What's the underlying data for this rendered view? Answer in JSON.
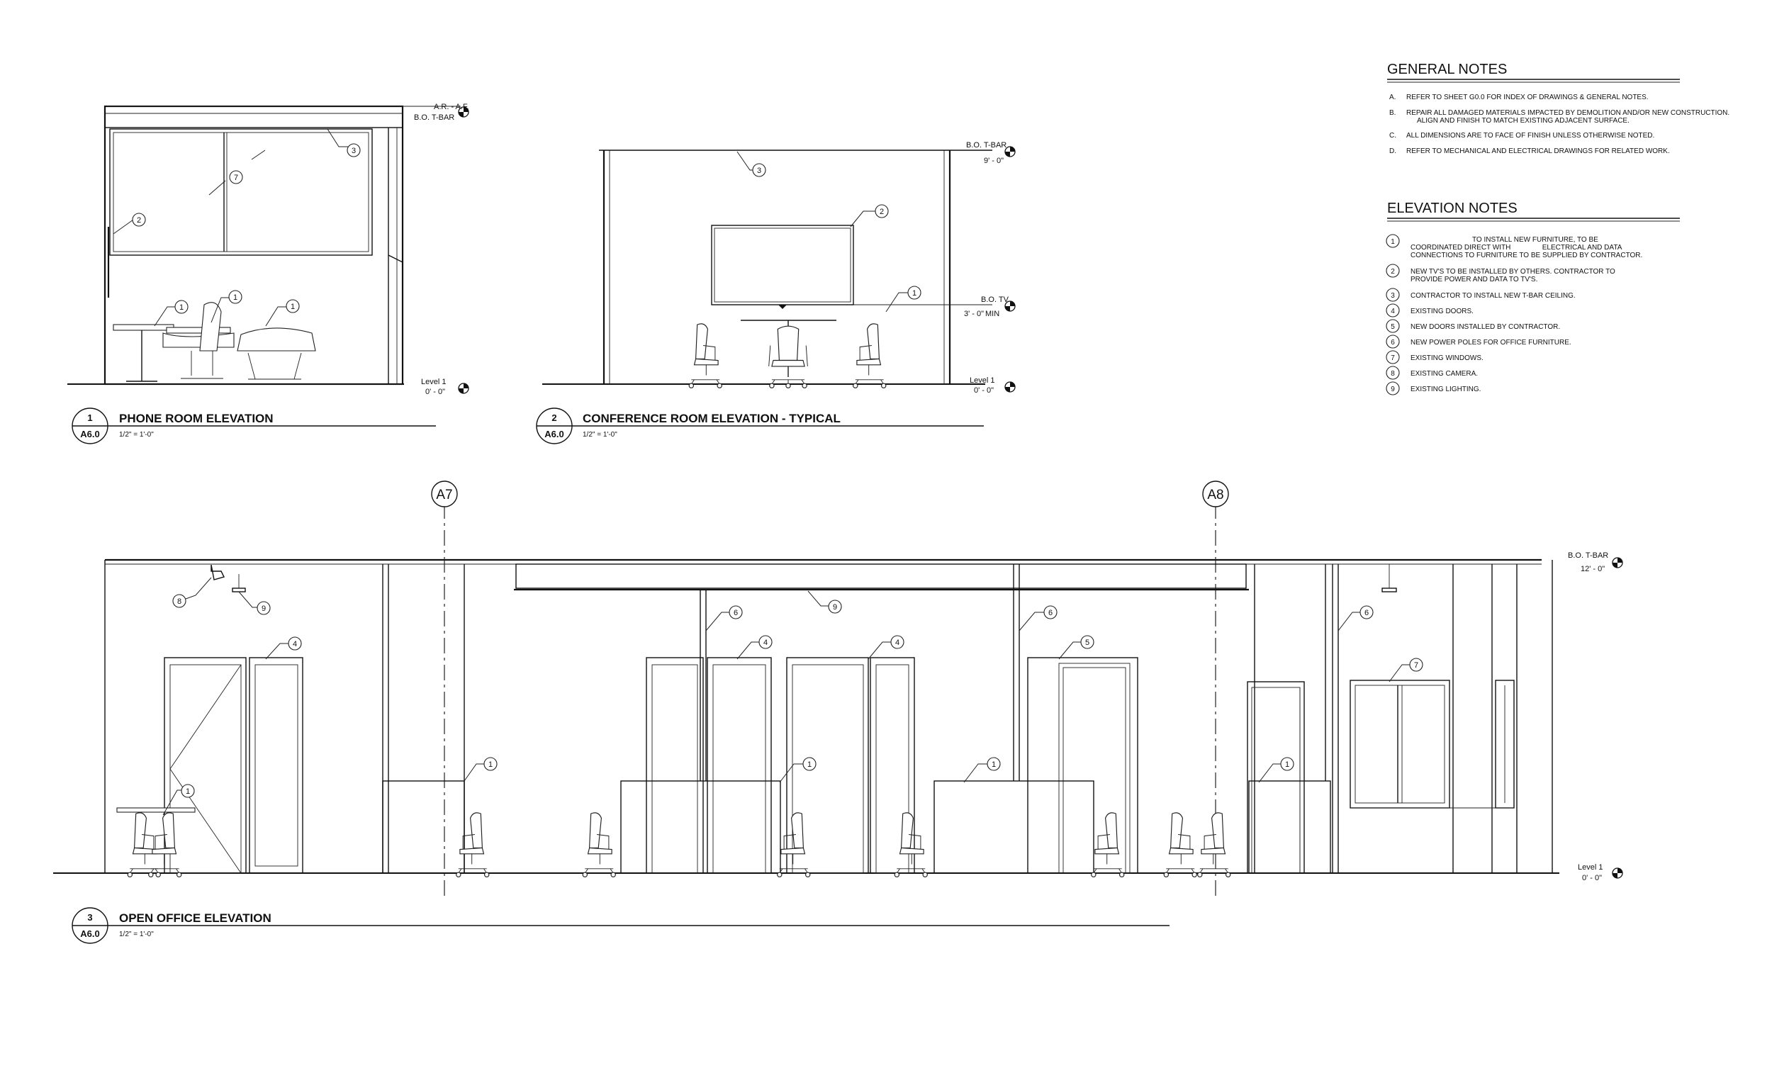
{
  "views": {
    "phone_room": {
      "number": "1",
      "sheet": "A6.0",
      "title": "PHONE ROOM ELEVATION",
      "scale": "1/2\" = 1'-0\"",
      "level_top_small": "A.R. - A.F.",
      "level_top_name": "B.O. T-BAR",
      "level_bottom_name": "Level 1",
      "level_bottom_value": "0' - 0\"",
      "tags": [
        "3",
        "7",
        "2",
        "1",
        "1",
        "1"
      ]
    },
    "conference_room": {
      "number": "2",
      "sheet": "A6.0",
      "title": "CONFERENCE ROOM ELEVATION - TYPICAL",
      "scale": "1/2\" = 1'-0\"",
      "level_top_name": "B.O. T-BAR",
      "level_top_value": "9' - 0\"",
      "level_tv_name": "B.O. TV",
      "level_tv_value": "3' - 0\"",
      "level_tv_min": "MIN",
      "level_bottom_name": "Level 1",
      "level_bottom_value": "0' - 0\"",
      "tags": [
        "3",
        "2",
        "1"
      ]
    },
    "open_office": {
      "number": "3",
      "sheet": "A6.0",
      "title": "OPEN OFFICE ELEVATION",
      "scale": "1/2\" = 1'-0\"",
      "grid_a": "A7",
      "grid_b": "A8",
      "level_top_name": "B.O. T-BAR",
      "level_top_value": "12' - 0\"",
      "level_bottom_name": "Level 1",
      "level_bottom_value": "0' - 0\"",
      "tags": [
        "8",
        "9",
        "4",
        "1",
        "1",
        "9",
        "6",
        "4",
        "4",
        "1",
        "6",
        "5",
        "1",
        "1",
        "6",
        "7"
      ]
    }
  },
  "general_notes": {
    "heading": "GENERAL NOTES",
    "items": [
      {
        "letter": "A.",
        "text": "REFER TO SHEET G0.0 FOR INDEX OF DRAWINGS & GENERAL NOTES."
      },
      {
        "letter": "B.",
        "text": "REPAIR ALL DAMAGED MATERIALS IMPACTED BY DEMOLITION AND/OR NEW CONSTRUCTION.",
        "text2": "ALIGN AND FINISH TO MATCH EXISTING ADJACENT SURFACE."
      },
      {
        "letter": "C.",
        "text": "ALL DIMENSIONS ARE TO FACE OF FINISH UNLESS OTHERWISE NOTED."
      },
      {
        "letter": "D.",
        "text": "REFER TO MECHANICAL AND ELECTRICAL DRAWINGS FOR RELATED WORK."
      }
    ]
  },
  "elevation_notes": {
    "heading": "ELEVATION NOTES",
    "items": [
      {
        "num": "1",
        "text": "TO INSTALL NEW FURNITURE, TO BE",
        "text2": "COORDINATED DIRECT WITH                ELECTRICAL AND DATA",
        "text3": "CONNECTIONS TO FURNITURE TO BE SUPPLIED BY CONTRACTOR."
      },
      {
        "num": "2",
        "text": "NEW TV'S TO BE INSTALLED BY OTHERS. CONTRACTOR TO",
        "text2": "PROVIDE POWER AND DATA TO TV'S."
      },
      {
        "num": "3",
        "text": "CONTRACTOR TO INSTALL NEW T-BAR CEILING."
      },
      {
        "num": "4",
        "text": "EXISTING DOORS."
      },
      {
        "num": "5",
        "text": "NEW DOORS INSTALLED BY CONTRACTOR."
      },
      {
        "num": "6",
        "text": "NEW POWER POLES FOR OFFICE FURNITURE."
      },
      {
        "num": "7",
        "text": "EXISTING WINDOWS."
      },
      {
        "num": "8",
        "text": "EXISTING CAMERA."
      },
      {
        "num": "9",
        "text": "EXISTING LIGHTING."
      }
    ]
  }
}
